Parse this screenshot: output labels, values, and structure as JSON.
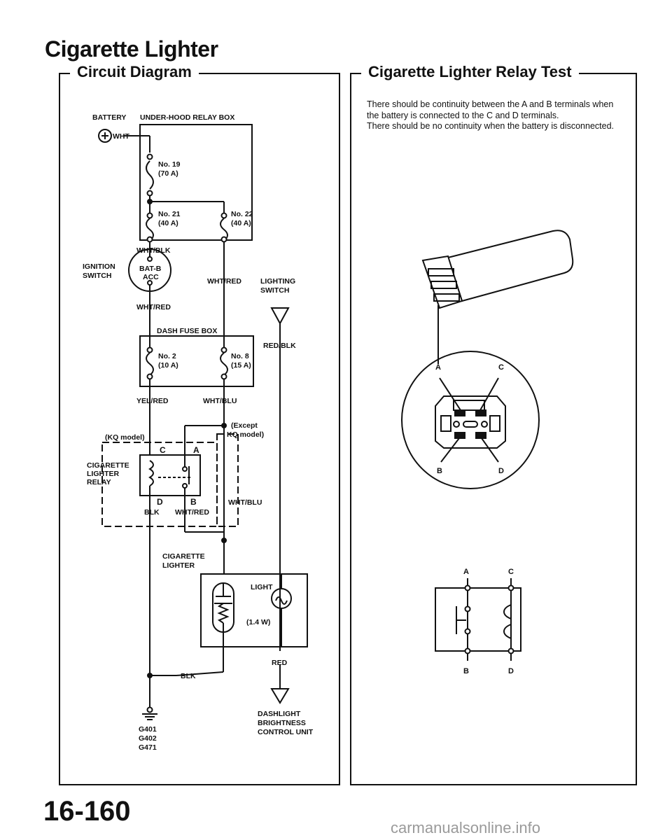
{
  "page": {
    "title": "Cigarette Lighter",
    "page_number": "16-160",
    "watermark": "carmanualsonline.info"
  },
  "circuit_diagram": {
    "heading": "Circuit Diagram",
    "labels": {
      "battery": "BATTERY",
      "under_hood_box": "UNDER-HOOD RELAY BOX",
      "wht": "WHT",
      "fuse19_no": "No. 19",
      "fuse19_amp": "(70 A)",
      "fuse21_no": "No. 21",
      "fuse21_amp": "(40 A)",
      "fuse22_no": "No. 22",
      "fuse22_amp": "(40 A)",
      "wht_blk": "WHT/BLK",
      "ignition_1": "IGNITION",
      "ignition_2": "SWITCH",
      "bat_b": "BAT-B",
      "acc": "ACC",
      "wht_red_1": "WHT/RED",
      "lighting_1": "LIGHTING",
      "lighting_2": "SWITCH",
      "wht_red_2": "WHT/RED",
      "dash_fuse_box": "DASH FUSE BOX",
      "fuse2_no": "No. 2",
      "fuse2_amp": "(10 A)",
      "fuse8_no": "No. 8",
      "fuse8_amp": "(15 A)",
      "red_blk": "RED/BLK",
      "yel_red": "YEL/RED",
      "wht_blu_1": "WHT/BLU",
      "except_1": "(Except",
      "except_2": "KQ model)",
      "kq_model": "(KQ model)",
      "relay_1": "CIGARETTE",
      "relay_2": "LIGHTER",
      "relay_3": "RELAY",
      "term_c": "C",
      "term_a": "A",
      "term_d": "D",
      "term_b": "B",
      "blk_1": "BLK",
      "wht_red_3": "WHT/RED",
      "wht_blu_2": "WHT/BLU",
      "lighter_1": "CIGARETTE",
      "lighter_2": "LIGHTER",
      "light": "LIGHT",
      "watt": "(1.4 W)",
      "red": "RED",
      "blk_2": "BLK",
      "g401": "G401",
      "g402": "G402",
      "g471": "G471",
      "dash_1": "DASHLIGHT",
      "dash_2": "BRIGHTNESS",
      "dash_3": "CONTROL UNIT"
    }
  },
  "relay_test": {
    "heading": "Cigarette Lighter Relay Test",
    "paragraph_1": "There should be continuity between the A and B terminals when the battery is connected to the C and D terminals.",
    "paragraph_2": "There should be no continuity when the battery is disconnected.",
    "connector_labels": {
      "a": "A",
      "c": "C",
      "b": "B",
      "d": "D"
    },
    "schematic_labels": {
      "a": "A",
      "c": "C",
      "b": "B",
      "d": "D"
    }
  }
}
